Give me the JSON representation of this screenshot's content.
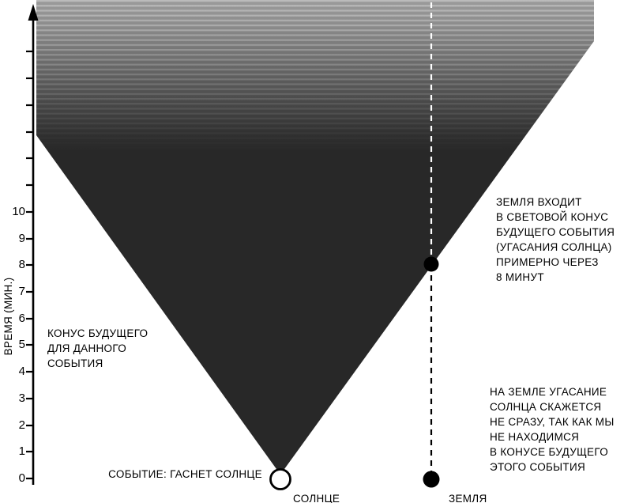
{
  "figure": {
    "axis": {
      "label": "ВРЕМЯ (МИН.)",
      "tick_labels": [
        "0",
        "1",
        "2",
        "3",
        "4",
        "5",
        "6",
        "7",
        "8",
        "9",
        "10"
      ]
    },
    "annotations": {
      "future_cone_caption": "КОНУС БУДУЩЕГО\nДЛЯ ДАННОГО\nСОБЫТИЯ",
      "earth_enters_caption": "ЗЕМЛЯ ВХОДИТ\nВ СВЕТОВОЙ КОНУС\nБУДУЩЕГО СОБЫТИЯ\n(УГАСАНИЯ СОЛНЦА)\nПРИМЕРНО ЧЕРЕЗ\n8 МИНУТ",
      "delayed_effect_caption": "НА ЗЕМЛЕ УГАСАНИЕ\nСОЛНЦА СКАЖЕТСЯ\nНЕ СРАЗУ, ТАК КАК МЫ\nНЕ НАХОДИМСЯ\nВ КОНУСЕ БУДУЩЕГО\nЭТОГО СОБЫТИЯ",
      "event_caption": "СОБЫТИЕ: ГАСНЕТ СОЛНЦЕ",
      "sun_label": "СОЛНЦЕ",
      "earth_label": "ЗЕМЛЯ"
    },
    "colors": {
      "ink": "#000000",
      "cone_dark": "#282828",
      "cone_light": "#999999",
      "background": "#ffffff",
      "worldline_inside": "#ffffff"
    },
    "semantics": {
      "event_minute_of_arrival": "8"
    }
  }
}
